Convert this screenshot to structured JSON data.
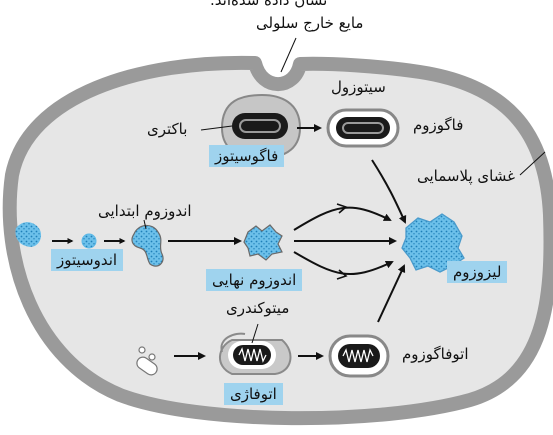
{
  "header_fragment": "نشان داده شده‌اند.",
  "labels": {
    "extracellular_fluid": "مایع خارج سلولی",
    "cytosol": "سیتوزول",
    "bacterium": "باکتری",
    "phagosome": "فاگوزوم",
    "phagocytosis": "فاگوسیتوز",
    "plasma_membrane": "غشای پلاسمایی",
    "early_endosome": "اندوزوم ابتدایی",
    "endocytosis": "اندوسیتوز",
    "late_endosome": "اندوزوم نهایی",
    "lysosome": "لیزوزوم",
    "mitochondrion": "میتوکندری",
    "autophagosome": "اتوفاگوزوم",
    "autophagy": "اتوفاژی"
  },
  "colors": {
    "cytosol_fill": "#c9c9c9",
    "label_box": "#9fd3ee",
    "vesicle_blue": "#5cb8e6",
    "dots": "#2a8fc7"
  }
}
